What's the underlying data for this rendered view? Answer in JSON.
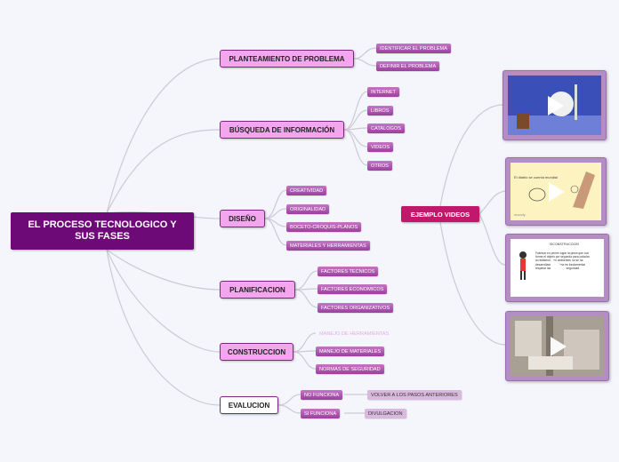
{
  "root": {
    "title_line1": "EL PROCESO TECNOLOGICO Y",
    "title_line2": "SUS FASES"
  },
  "branches": [
    {
      "label": "PLANTEAMIENTO DE PROBLEMA",
      "items": [
        "IDENTIFICAR EL PROBLEMA",
        "DEFINIR EL PROBLEMA"
      ]
    },
    {
      "label": "BÚSQUEDA DE INFORMACIÓN",
      "items": [
        "INTERNET",
        "LIBROS",
        "CATALOGOS",
        "VIDEOS",
        "OTROS"
      ]
    },
    {
      "label": "DISEÑO",
      "items": [
        "CREATIVIDAD",
        "ORIGINALIDAD",
        "BOCETO-CROQUIS-PLANOS",
        "MATERIALES Y HERRAMIENTAS"
      ]
    },
    {
      "label": "PLANIFICACION",
      "items": [
        "FACTORES TECNICOS",
        "FACTORES ECONOMICOS",
        "FACTORES ORGANIZATIVOS"
      ]
    },
    {
      "label": "CONSTRUCCION",
      "items": [
        "MANEJO DE HERRAMIENTAS",
        "MANEJO DE MATERIALES",
        "NORMAS DE SEGURIDAD"
      ]
    },
    {
      "label": "EVALUCION",
      "items": [
        "NO FUNCIONA",
        "SI FUNCIONA"
      ],
      "children": [
        "VOLVER A LOS PASOS ANTERIORES",
        "DIVULGACION"
      ]
    }
  ],
  "videos": {
    "label": "EJEMPLO VIDEOS",
    "thumb2_text": "El diablo se cuenta mundial",
    "thumb2_brand": "moovly",
    "thumb3_title": "SICONSTRUCCION",
    "thumb3_text": "Fabricar en primer lugar la pieza que con forme el objeto por segunda para calcular la resistencia en ambientes no se ha desarrollado esta fase es fundamental respetar las normas de seguridad."
  },
  "colors": {
    "root": "#6e0a78",
    "branch_pink": "#f3a6ee",
    "sub_purple": "#a24ca5",
    "videos": "#c2186b",
    "lines": "#c9cbd6"
  }
}
